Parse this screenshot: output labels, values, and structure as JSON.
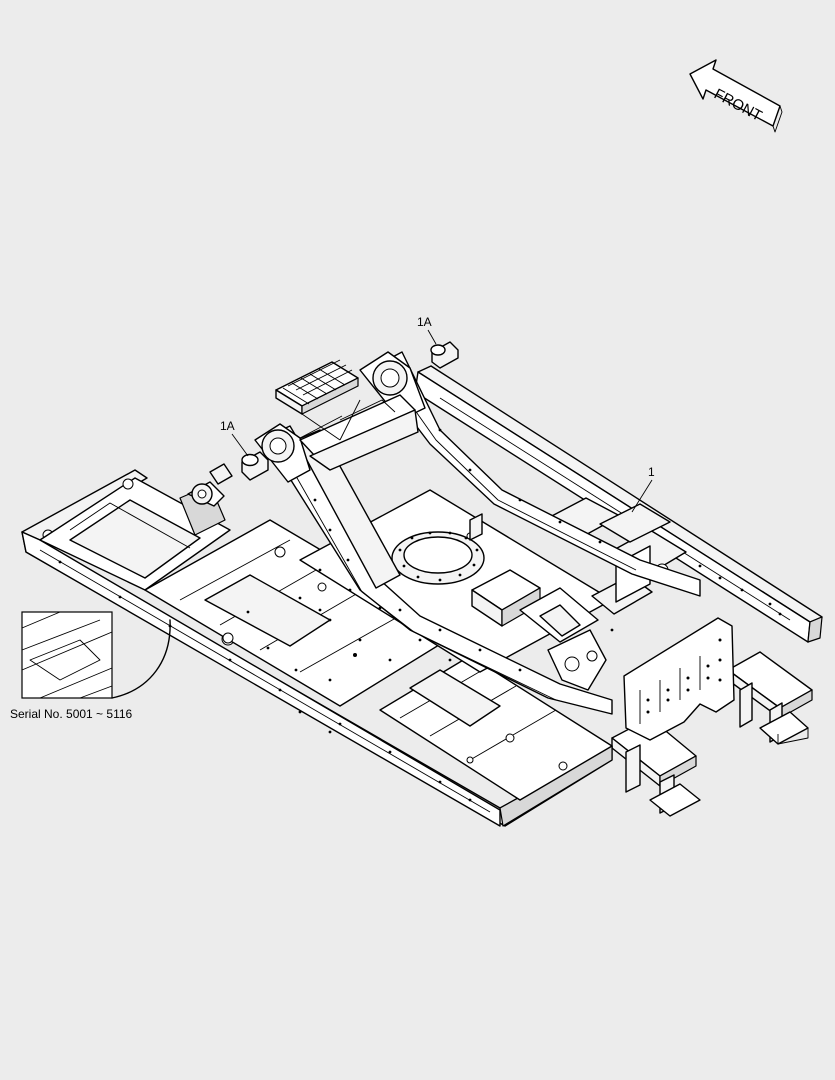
{
  "direction_arrow": {
    "label": "FRONT"
  },
  "callouts": [
    {
      "id": "callout-1a-top",
      "text": "1A"
    },
    {
      "id": "callout-1a-left",
      "text": "1A"
    },
    {
      "id": "callout-1",
      "text": "1"
    }
  ],
  "inset": {
    "serial_note": "Serial No. 5001 ~ 5116"
  }
}
